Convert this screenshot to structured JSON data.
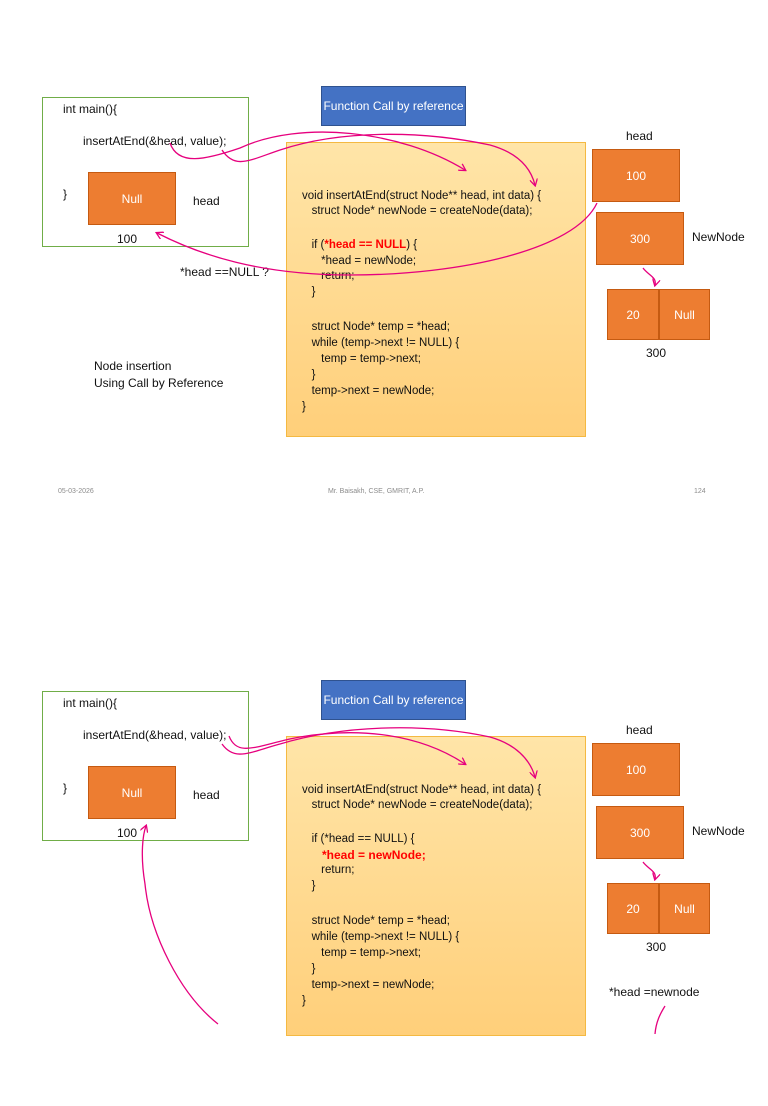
{
  "colors": {
    "node": "#ed7d31",
    "title_box": "#4472c4",
    "code_box": "#ffd98a",
    "main_border": "#70ad47",
    "highlight": "#ff0000",
    "arrow": "#e6007e"
  },
  "slide1": {
    "main_code": {
      "line1": "int main(){",
      "line2": "insertAtEnd(&head, value);",
      "line3": "}"
    },
    "main_node": {
      "value": "Null",
      "label": "head",
      "address": "100"
    },
    "condition_note": "*head ==NULL ?",
    "title": "Function Call by reference",
    "code": {
      "l1": "void insertAtEnd(struct Node** head, int data) {",
      "l2": "   struct Node* newNode = createNode(data);",
      "l3_pre": "   if (",
      "l3_red": "*head == NULL",
      "l3_post": ") {",
      "l4": "      *head = newNode;",
      "l5": "      return;",
      "l6": "   }",
      "l7": "   struct Node* temp = *head;",
      "l8": "   while (temp->next != NULL) {",
      "l9": "      temp = temp->next;",
      "l10": "   }",
      "l11": "   temp->next = newNode;",
      "l12": "}"
    },
    "right": {
      "head_label": "head",
      "head_value": "100",
      "newnode_value": "300",
      "newnode_label": "NewNode",
      "data_value": "20",
      "next_value": "Null",
      "node_address": "300"
    },
    "caption_line1": "Node insertion",
    "caption_line2": "Using Call by Reference",
    "footer": {
      "date": "05-03-2026",
      "author": "Mr. Baisakh, CSE, GMRIT, A.P.",
      "page": "124"
    }
  },
  "slide2": {
    "main_code": {
      "line1": "int main(){",
      "line2": "insertAtEnd(&head, value);",
      "line3": "}"
    },
    "main_node": {
      "value": "Null",
      "label": "head",
      "address": "100"
    },
    "title": "Function Call by reference",
    "code": {
      "l1": "void insertAtEnd(struct Node** head, int data) {",
      "l2": "   struct Node* newNode = createNode(data);",
      "l3": "   if (*head == NULL) {",
      "l4_red": "      *head = newNode;",
      "l5": "      return;",
      "l6": "   }",
      "l7": "   struct Node* temp = *head;",
      "l8": "   while (temp->next != NULL) {",
      "l9": "      temp = temp->next;",
      "l10": "   }",
      "l11": "   temp->next = newNode;",
      "l12": "}"
    },
    "right": {
      "head_label": "head",
      "head_value": "100",
      "newnode_value": "300",
      "newnode_label": "NewNode",
      "data_value": "20",
      "next_value": "Null",
      "node_address": "300"
    },
    "assign_note": "*head =newnode"
  }
}
